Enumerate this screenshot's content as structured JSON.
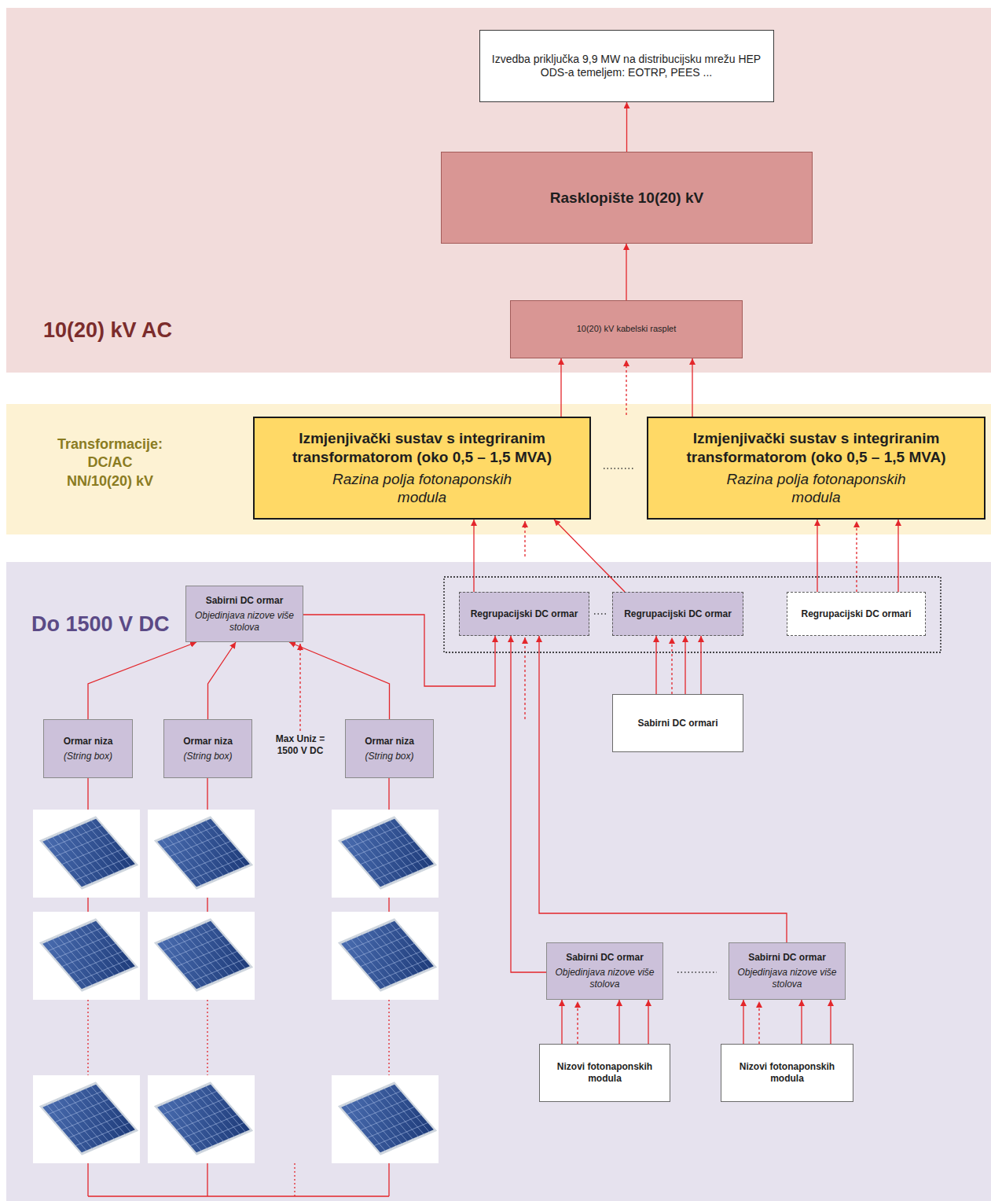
{
  "diagram": {
    "nodes": [
      {
        "text": [
          "10(20) kV AC"
        ]
      },
      {
        "text": [
          "Izvedba priključka 9,9 MW na distribucijsku mrežu HEP ODS-a temeljem: EOTRP, PEES ..."
        ],
        "in": 0
      },
      {
        "text": [
          "Rasklopište 10(20) kV"
        ],
        "in": 0
      },
      {
        "text": [
          "10(20) kV kabelski rasplet"
        ],
        "in": 0
      },
      {
        "text": [
          "Transformacije: DC/AC NN/10(20) kV"
        ]
      },
      {
        "text": [
          "Izmjenjivački sustav s integriranim transformatorom (oko 0,5 – 1,5 MVA)",
          "Razina polja fotonaponskih modula"
        ],
        "in": 4
      },
      {
        "text": [
          "Izmjenjivački sustav s integriranim transformatorom (oko 0,5 – 1,5 MVA)",
          "Razina polja fotonaponskih modula"
        ],
        "in": 4
      },
      {
        "text": [
          "Do 1500 V DC"
        ]
      },
      {
        "text": [
          "Sabirni DC ormar",
          "Objedinjava nizove više stolova"
        ],
        "in": 7
      },
      {
        "text": [
          "Regrupacijski DC ormar"
        ],
        "in": 7
      },
      {
        "text": [
          "Regrupacijski DC ormar"
        ],
        "in": 7
      },
      {
        "text": [
          "Regrupacijski DC ormari"
        ],
        "in": 7
      },
      {
        "text": [
          "Sabirni DC ormari"
        ],
        "in": 7
      },
      {
        "text": [
          "Ormar niza",
          "(String box)"
        ],
        "in": 7
      },
      {
        "text": [
          "Ormar niza",
          "(String box)"
        ],
        "in": 7
      },
      {
        "text": [
          "Ormar niza",
          "(String box)"
        ],
        "in": 7
      },
      {
        "text": [
          "Sabirni DC ormar",
          "Objedinjava nizove više stolova"
        ],
        "in": 7
      },
      {
        "text": [
          "Sabirni DC ormar",
          "Objedinjava nizove više stolova"
        ],
        "in": 7
      },
      {
        "text": [
          "Nizovi fotonaponskih modula"
        ],
        "in": 7
      },
      {
        "text": [
          "Nizovi fotonaponskih modula"
        ],
        "in": 7
      }
    ],
    "edges": [
      {
        "from": 2,
        "to": 1,
        "arrow": "to"
      },
      {
        "from": 3,
        "to": 2,
        "arrow": "to"
      },
      {
        "from": 5,
        "to": 3,
        "arrow": "to"
      },
      {
        "from": 6,
        "to": 3,
        "arrow": "to"
      },
      {
        "from": 9,
        "to": 5,
        "arrow": "to"
      },
      {
        "from": 10,
        "to": 5,
        "arrow": "to"
      },
      {
        "from": 11,
        "to": 6,
        "arrow": "to"
      },
      {
        "from": 11,
        "to": 6,
        "arrow": "to"
      },
      {
        "from": 8,
        "to": 9,
        "arrow": "to"
      },
      {
        "from": 12,
        "to": 10,
        "arrow": "to"
      },
      {
        "from": 12,
        "to": 10,
        "arrow": "to"
      },
      {
        "from": 12,
        "to": 10,
        "arrow": "to"
      },
      {
        "from": 13,
        "to": 8,
        "arrow": "to"
      },
      {
        "from": 14,
        "to": 8,
        "arrow": "to"
      },
      {
        "from": 15,
        "to": 8,
        "arrow": "to"
      },
      {
        "from": 16,
        "to": 9,
        "arrow": "to"
      },
      {
        "from": 17,
        "to": 9,
        "arrow": "to"
      },
      {
        "from": 18,
        "to": 16,
        "arrow": "to"
      },
      {
        "from": 18,
        "to": 16,
        "arrow": "to"
      },
      {
        "from": 18,
        "to": 16,
        "arrow": "to"
      },
      {
        "from": 19,
        "to": 17,
        "arrow": "to"
      },
      {
        "from": 19,
        "to": 17,
        "arrow": "to"
      },
      {
        "from": 19,
        "to": 17,
        "arrow": "to"
      }
    ],
    "labels": [
      "Max Uniz = 1500 V DC"
    ]
  }
}
